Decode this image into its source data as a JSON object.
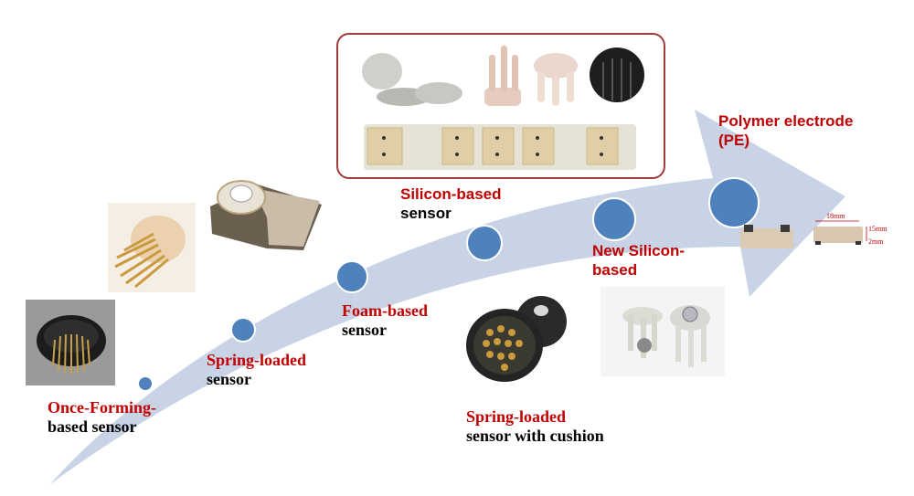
{
  "colors": {
    "arrow": "#c9d3e6",
    "dot": "#4f81bd",
    "dot_stroke": "#ffffff",
    "label_red": "#c00000",
    "label_black": "#000000",
    "box_border": "#a33a3a"
  },
  "stages": [
    {
      "red": "Once-Forming-",
      "black": "based sensor"
    },
    {
      "red": "Spring-loaded",
      "black": "sensor"
    },
    {
      "red": "Foam-based",
      "black": "sensor"
    },
    {
      "red": "Silicon-based",
      "black": "sensor"
    },
    {
      "red": "Spring-loaded",
      "black": "sensor with cushion"
    },
    {
      "red": "New Silicon-based",
      "black": ""
    },
    {
      "red": "Polymer electrode (PE)",
      "black": ""
    }
  ],
  "pe_dimensions": {
    "length": "18mm",
    "width": "15mm",
    "height": "2mm"
  }
}
